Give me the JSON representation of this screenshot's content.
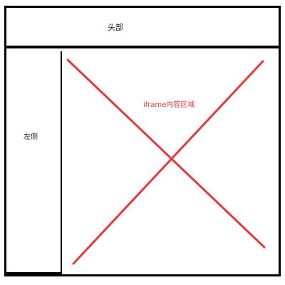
{
  "layout_diagram": {
    "header": {
      "label": "头部"
    },
    "sidebar": {
      "label": "左侧"
    },
    "content": {
      "label": "iframe内容区域"
    },
    "colors": {
      "border": "#000000",
      "cross": "#e8383d",
      "content_label": "#e8383d",
      "text": "#222222"
    }
  }
}
